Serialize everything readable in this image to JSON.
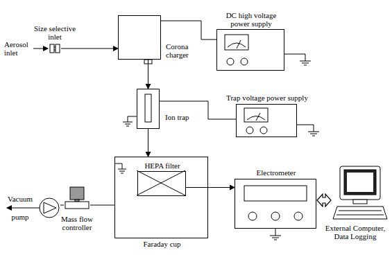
{
  "diagram": {
    "nodes": [
      {
        "text": [
          "Size selective inlet"
        ]
      },
      {
        "text": [
          "Corona charger"
        ]
      },
      {
        "text": [
          "DC high voltage power supply"
        ]
      },
      {
        "text": [
          "Ion trap"
        ]
      },
      {
        "text": [
          "Trap voltage power supply"
        ]
      },
      {
        "text": [
          "Faraday cup"
        ]
      },
      {
        "text": [
          "HEPA filter"
        ],
        "in": 5
      },
      {
        "text": [
          "Electrometer"
        ]
      },
      {
        "text": [
          "External Computer, Data Logging"
        ]
      },
      {
        "text": [
          "Mass flow controller"
        ]
      },
      {
        "text": [
          "Vacuum pump"
        ]
      }
    ],
    "edges": [
      {
        "from": 0,
        "to": 1,
        "arrow": "to"
      },
      {
        "from": 2,
        "to": 1,
        "arrow": "none"
      },
      {
        "from": 1,
        "to": 3,
        "arrow": "to"
      },
      {
        "from": 4,
        "to": 3,
        "arrow": "none"
      },
      {
        "from": 3,
        "to": 5,
        "arrow": "to"
      },
      {
        "from": 6,
        "to": 7,
        "arrow": "to"
      },
      {
        "from": 7,
        "to": 8,
        "arrow": "both"
      },
      {
        "from": 5,
        "to": 9,
        "arrow": "none"
      },
      {
        "from": 9,
        "to": 10,
        "arrow": "none"
      }
    ],
    "labels": [
      "Aerosol inlet"
    ]
  }
}
